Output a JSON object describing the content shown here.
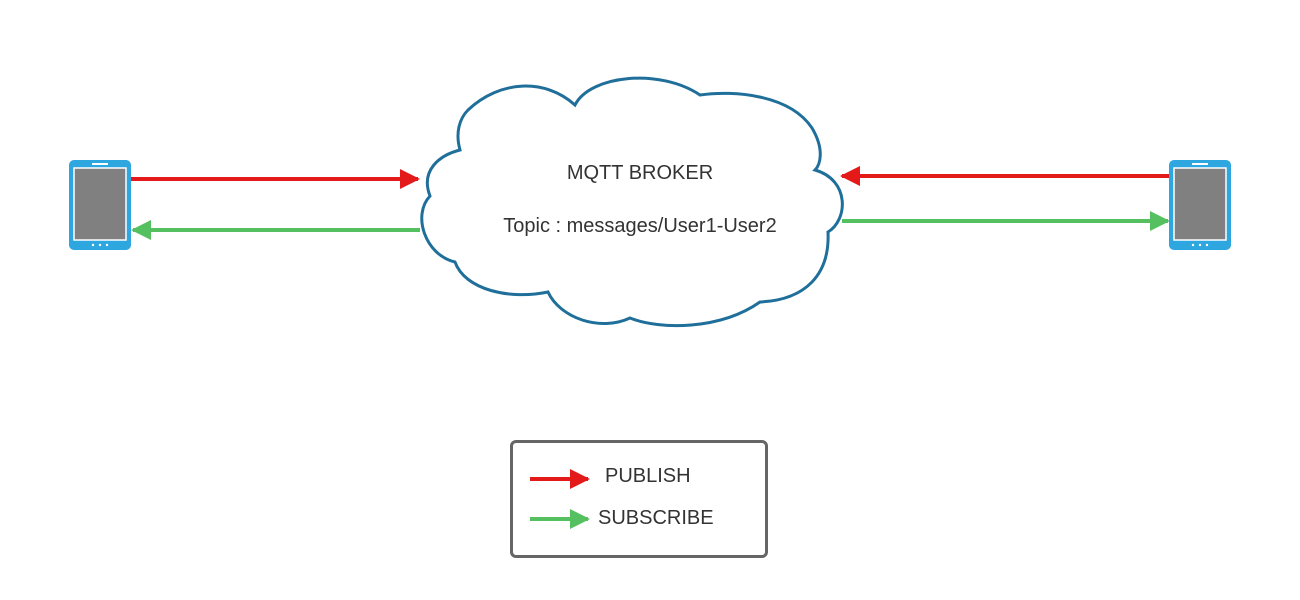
{
  "broker": {
    "title": "MQTT BROKER",
    "topic": "Topic : messages/User1-User2"
  },
  "legend": {
    "publish_label": "PUBLISH",
    "subscribe_label": "SUBSCRIBE"
  },
  "colors": {
    "publish": "#e41a1a",
    "subscribe": "#55c060",
    "cloud_stroke": "#1f6f9a",
    "phone_body": "#2ea7e0",
    "phone_screen": "#808080",
    "legend_border": "#666666"
  },
  "icons": {
    "left_device": "smartphone-icon",
    "right_device": "smartphone-icon",
    "broker": "cloud-icon"
  }
}
